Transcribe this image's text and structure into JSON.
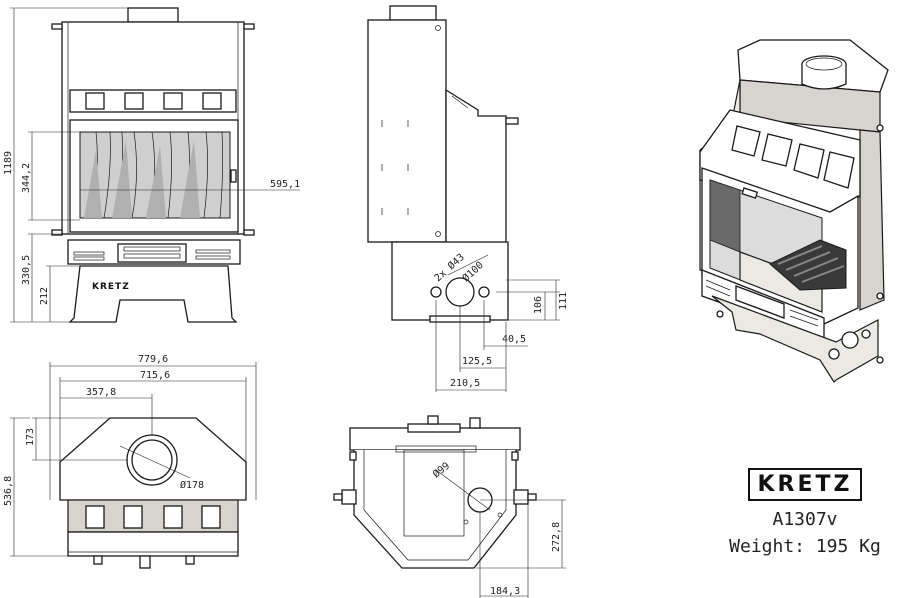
{
  "brand": "KRETZ",
  "model": "A1307v",
  "weight": "Weight: 195 Kg",
  "plate_text": "KRETZ",
  "dimensions": {
    "total_height": "1189",
    "glass_height": "344,2",
    "base_height": "330,5",
    "foot_height": "212",
    "door_width": "595,1",
    "outlet_holes": "2x Ø43",
    "outlet_diameter": "Ø100",
    "outlet_offset_a": "106",
    "outlet_offset_b": "111",
    "side_offset_1": "40,5",
    "side_offset_2": "125,5",
    "side_offset_3": "210,5",
    "overall_width": "779,6",
    "top_width": "715,6",
    "flue_offset_x": "357,8",
    "flue_offset_y": "173",
    "total_depth": "536,8",
    "flue_diameter": "Ø178",
    "air_inlet_diameter": "Ø99",
    "air_inlet_y": "272,8",
    "air_inlet_x": "184,3"
  }
}
